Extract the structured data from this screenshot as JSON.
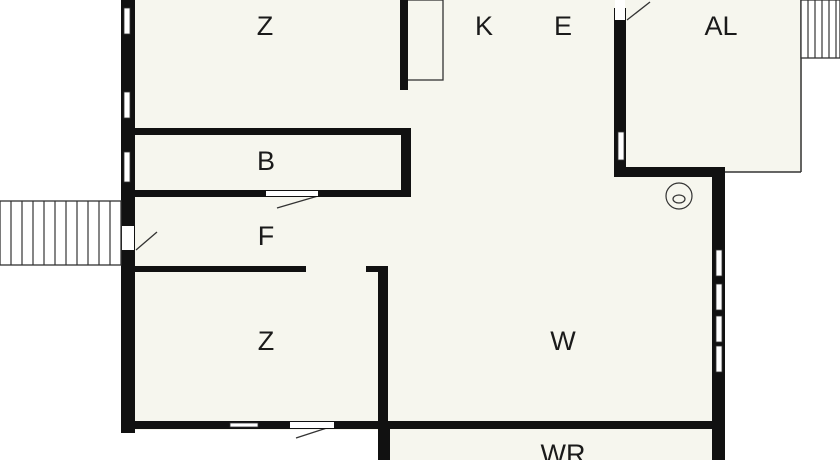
{
  "floorplan": {
    "colors": {
      "wall": "#111111",
      "floor": "#f6f6ee",
      "background": "#ffffff",
      "window": "#ffffff",
      "thin_line": "#333333"
    },
    "rooms": [
      {
        "id": "z-top",
        "label": "Z"
      },
      {
        "id": "k",
        "label": "K"
      },
      {
        "id": "e",
        "label": "E"
      },
      {
        "id": "al",
        "label": "AL"
      },
      {
        "id": "b",
        "label": "B"
      },
      {
        "id": "f",
        "label": "F"
      },
      {
        "id": "z-bottom",
        "label": "Z"
      },
      {
        "id": "w",
        "label": "W"
      },
      {
        "id": "wr",
        "label": "WR"
      }
    ],
    "fixtures": [
      {
        "id": "stairs-left",
        "icon": "stairs-icon"
      },
      {
        "id": "stairs-top-right",
        "icon": "stairs-icon"
      },
      {
        "id": "boiler",
        "icon": "boiler-icon"
      }
    ]
  }
}
